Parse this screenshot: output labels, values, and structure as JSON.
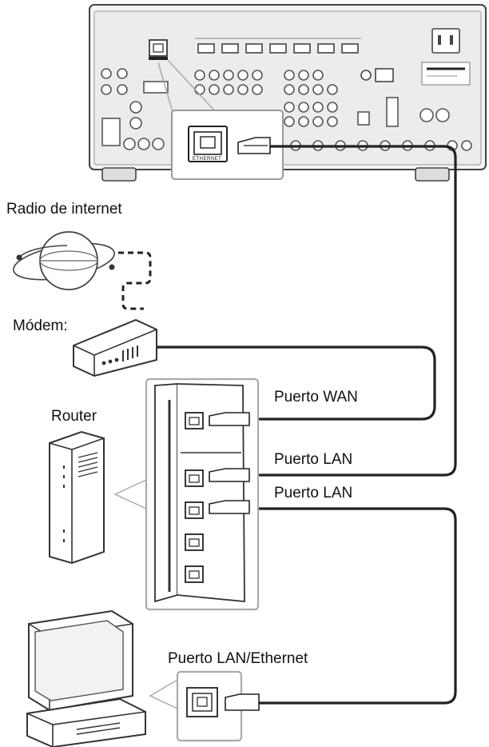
{
  "labels": {
    "internet": "Radio de internet",
    "modem": "Módem:",
    "router": "Router",
    "wan_port": "Puerto WAN",
    "lan_port_1": "Puerto LAN",
    "lan_port_2": "Puerto LAN",
    "pc_port": "Puerto LAN/Ethernet"
  },
  "receiver": {
    "ethernet_tag": "ETHERNET"
  }
}
